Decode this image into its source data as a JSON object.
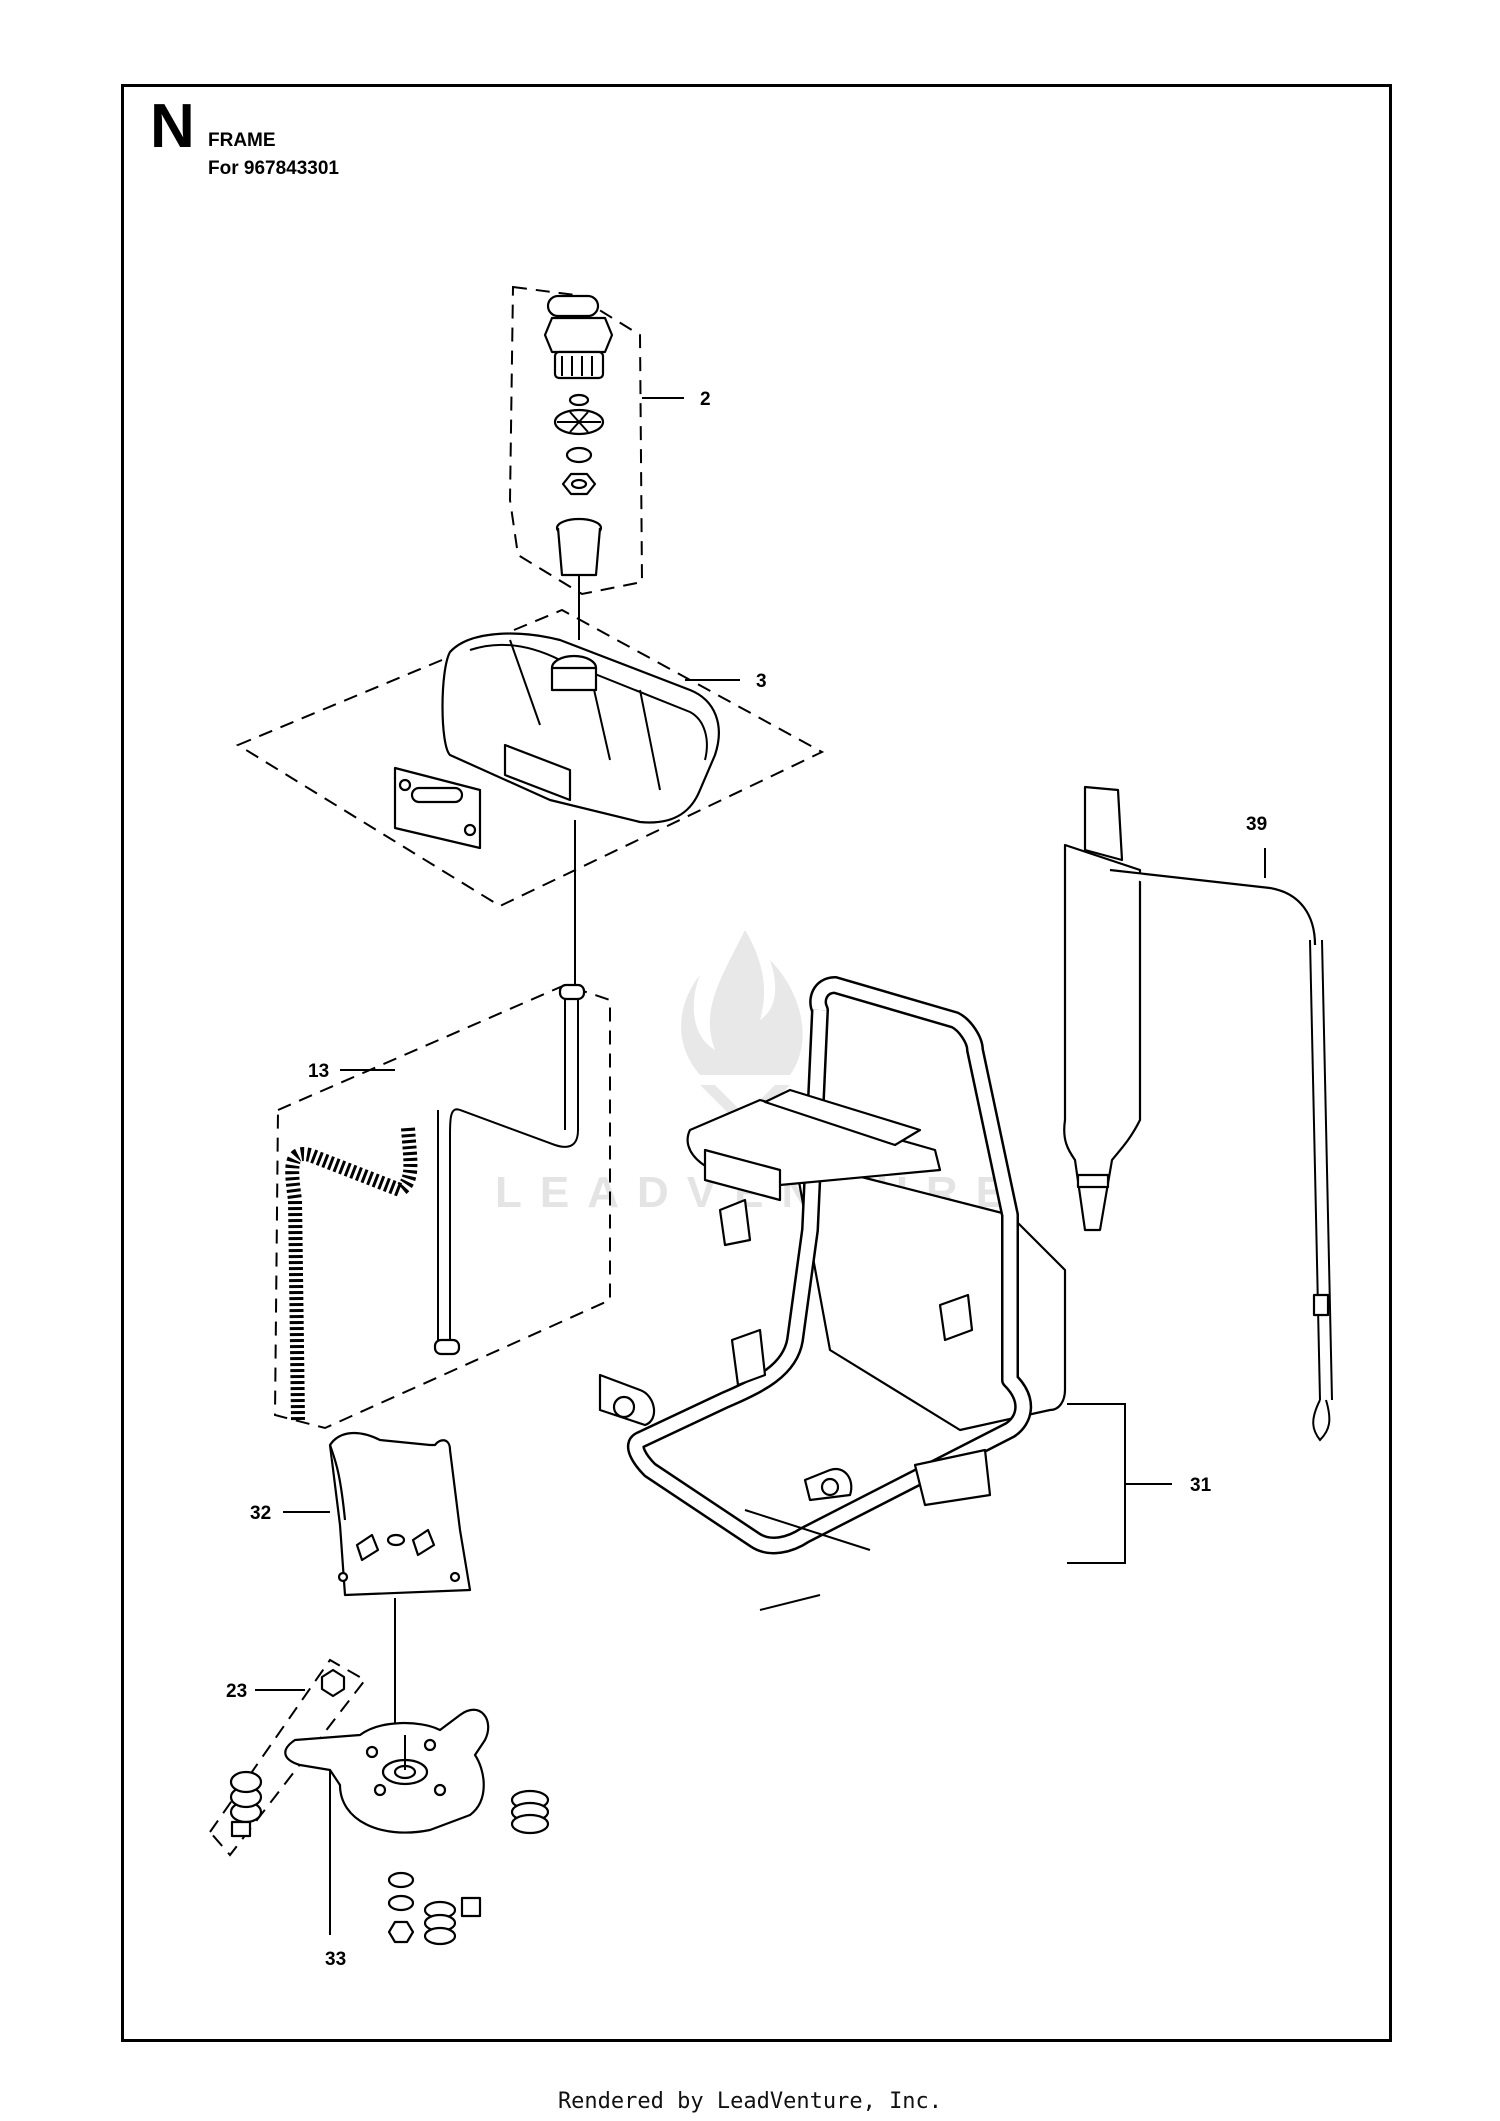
{
  "header": {
    "section_letter": "N",
    "title": "FRAME",
    "subtitle": "For 967843301"
  },
  "callouts": [
    {
      "id": "2",
      "label": "2"
    },
    {
      "id": "3",
      "label": "3"
    },
    {
      "id": "39",
      "label": "39"
    },
    {
      "id": "13",
      "label": "13"
    },
    {
      "id": "31",
      "label": "31"
    },
    {
      "id": "32",
      "label": "32"
    },
    {
      "id": "23",
      "label": "23"
    },
    {
      "id": "33",
      "label": "33"
    }
  ],
  "watermark": {
    "text": "LEADVENTURE"
  },
  "footer": {
    "text": "Rendered by LeadVenture, Inc."
  }
}
